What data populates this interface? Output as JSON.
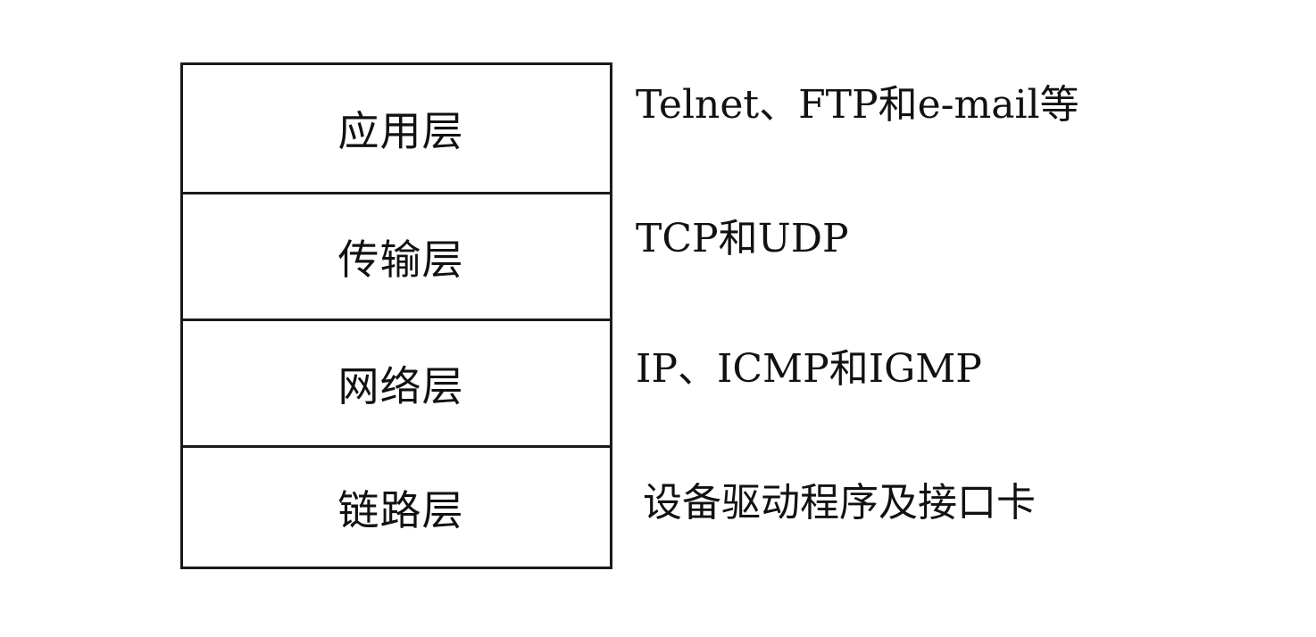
{
  "layers": [
    {
      "name": "应用层",
      "protocols": "Telnet、FTP和e-mail等"
    },
    {
      "name": "传输层",
      "protocols": "TCP和UDP"
    },
    {
      "name": "网络层",
      "protocols": "IP、ICMP和IGMP"
    },
    {
      "name": "链路层",
      "protocols": "设备驱动程序及接口卡"
    }
  ]
}
